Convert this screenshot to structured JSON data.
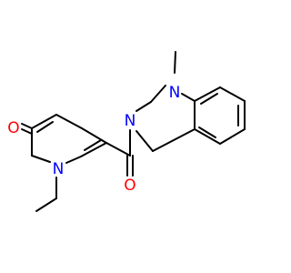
{
  "molecule": {
    "atoms": [
      {
        "id": "n1",
        "label": "N",
        "color": "#0000ff"
      },
      {
        "id": "n4",
        "label": "N",
        "color": "#0000ff"
      },
      {
        "id": "n_py",
        "label": "N",
        "color": "#0000ff"
      },
      {
        "id": "o_amide",
        "label": "O",
        "color": "#ff0000"
      },
      {
        "id": "o_pyridone",
        "label": "O",
        "color": "#ff0000"
      }
    ]
  }
}
